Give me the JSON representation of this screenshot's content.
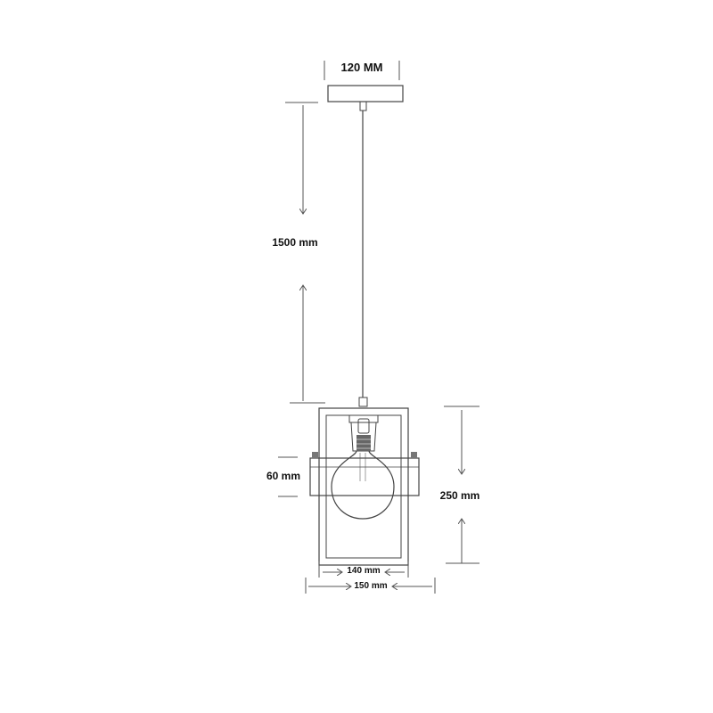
{
  "dimensions": {
    "canopy_width": "120 MM",
    "cord_length": "1500 mm",
    "band_height": "60 mm",
    "frame_height": "250 mm",
    "inner_width": "140 mm",
    "outer_width": "150 mm"
  }
}
